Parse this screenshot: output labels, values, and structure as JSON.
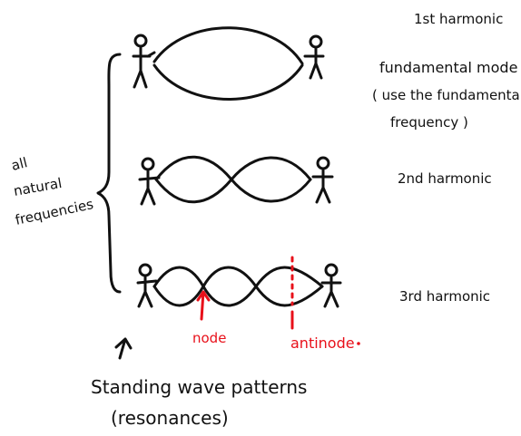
{
  "colors": {
    "ink": "#111111",
    "accent": "#e8101a"
  },
  "harmonics": [
    {
      "label": "1st harmonic"
    },
    {
      "label": "2nd harmonic"
    },
    {
      "label": "3rd harmonic"
    }
  ],
  "fundamental": {
    "line1": "fundamental mode",
    "line2": "( use the fundamental",
    "line3": "frequency )"
  },
  "side_label": {
    "line1": "all",
    "line2": "natural",
    "line3": "frequencies"
  },
  "annotations": {
    "node": "node",
    "antinode": "antinode"
  },
  "caption": {
    "line1": "Standing wave patterns",
    "line2": "(resonances)"
  }
}
